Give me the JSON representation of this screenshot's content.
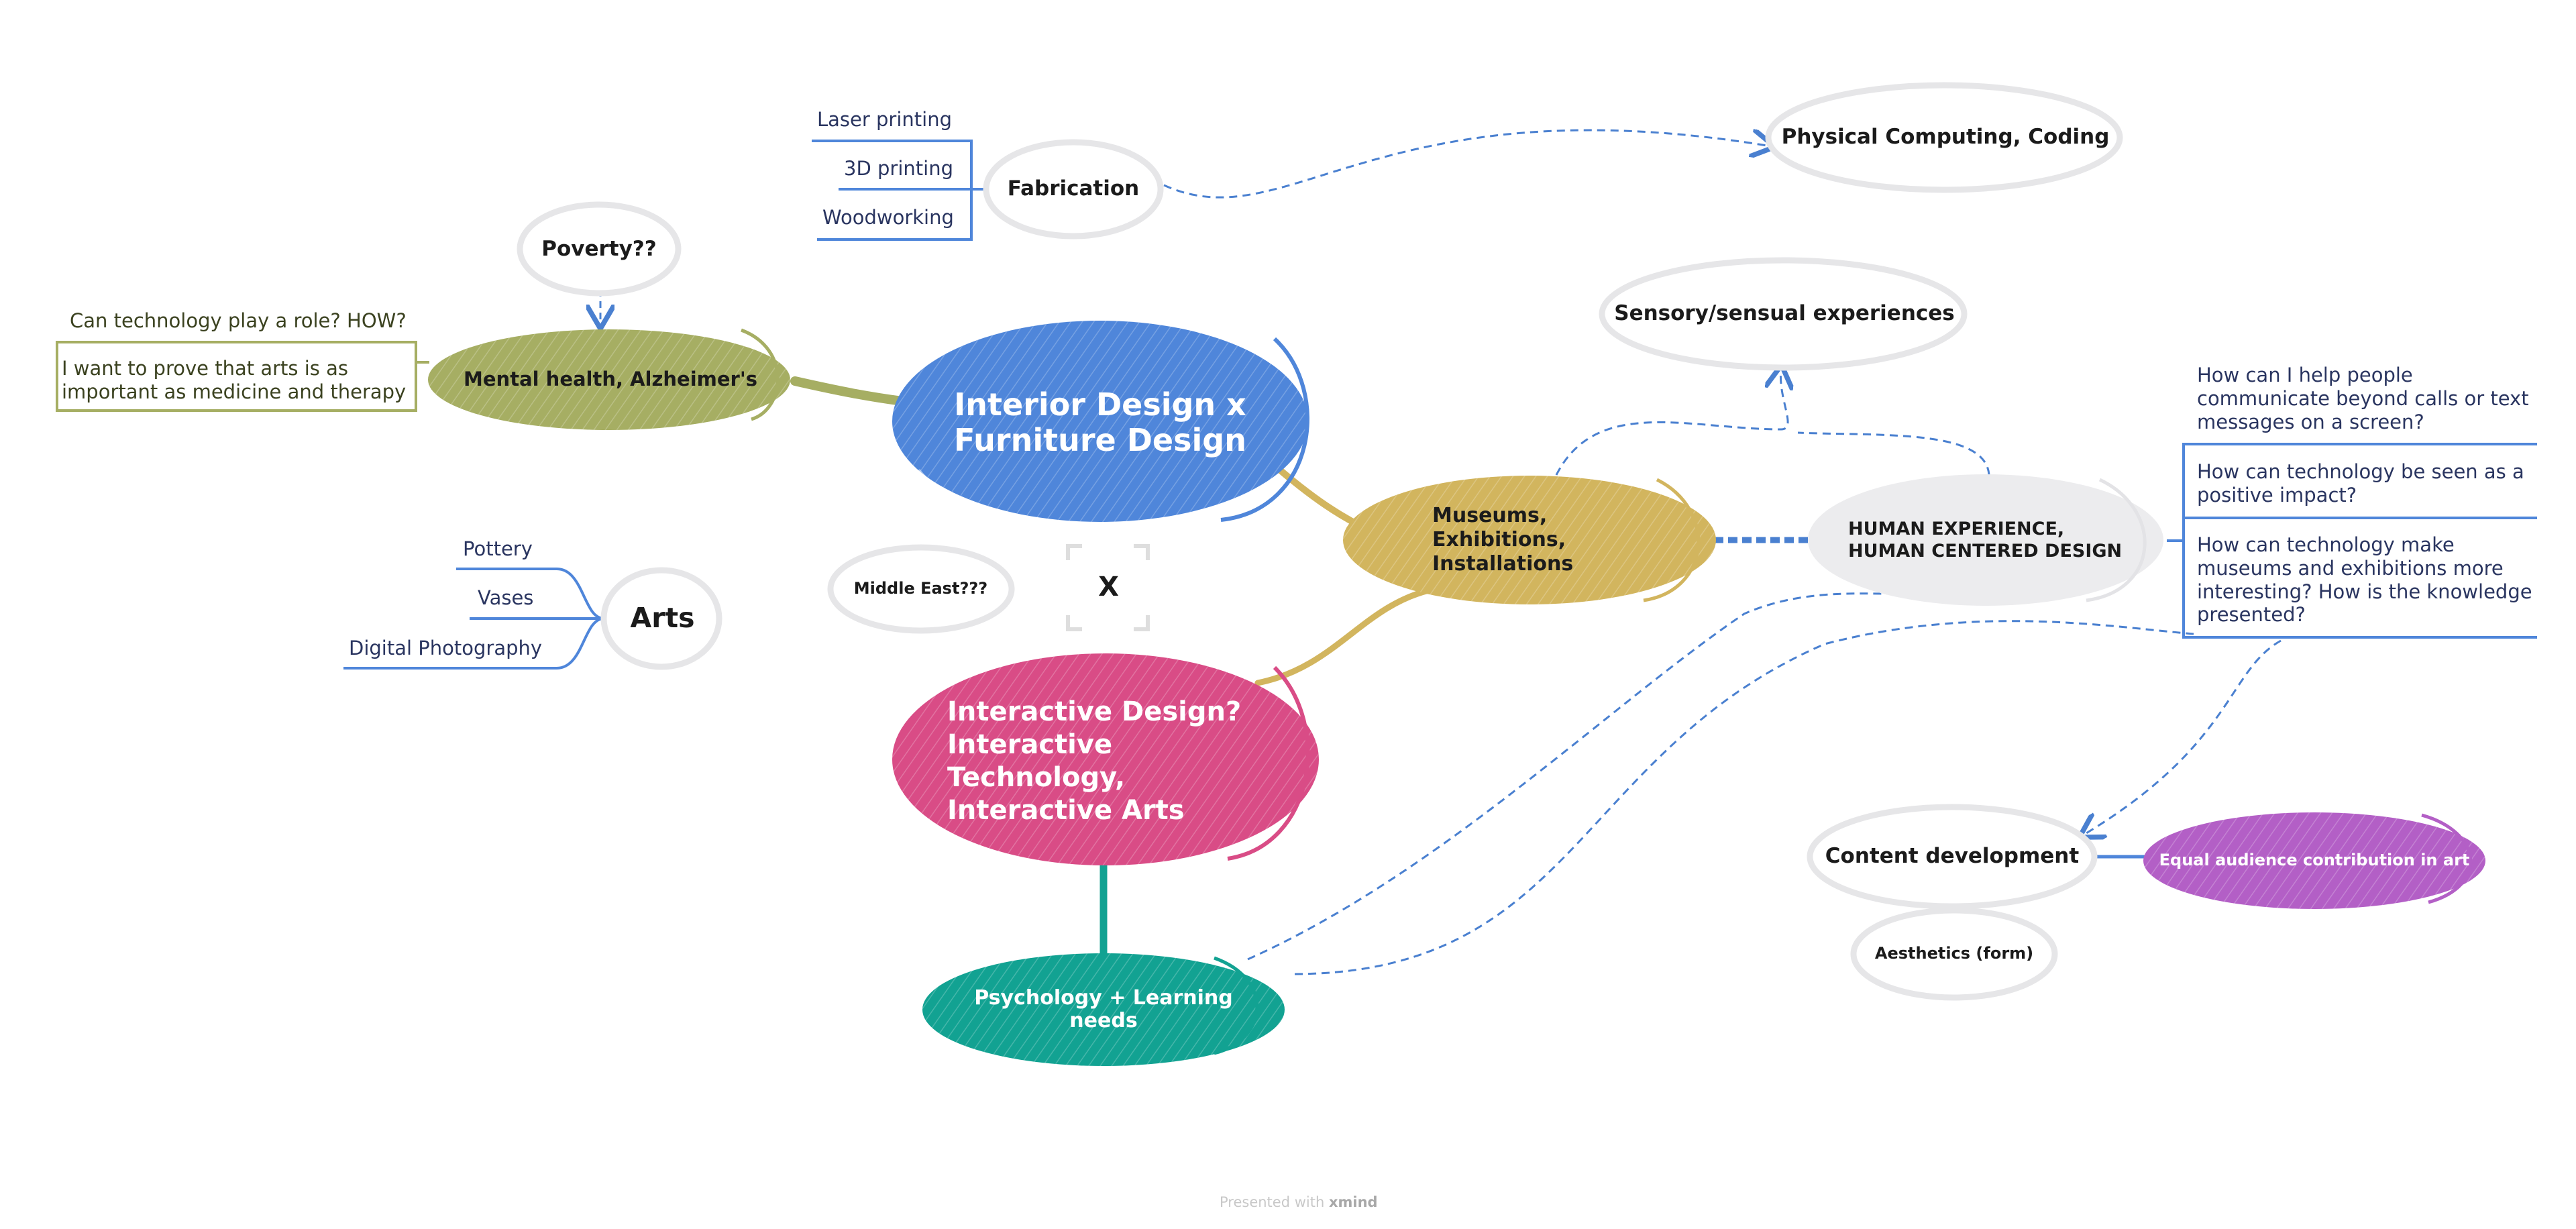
{
  "central": {
    "interior": "Interior Design x Furniture Design",
    "interactive": "Interactive Design? Interactive Technology, Interactive Arts"
  },
  "topics": {
    "fabrication": "Fabrication",
    "fabrication_items": [
      "Laser printing",
      "3D printing",
      "Woodworking"
    ],
    "physical_computing": "Physical Computing, Coding",
    "poverty": "Poverty??",
    "mental_health": "Mental health, Alzheimer's",
    "mental_health_items": [
      "Can technology play a role? HOW?",
      "I want to prove that arts is as important as medicine and therapy"
    ],
    "arts": "Arts",
    "arts_items": [
      "Pottery",
      "Vases",
      "Digital Photography"
    ],
    "middle_east": "Middle East???",
    "floating_marker": "X",
    "sensory": "Sensory/sensual experiences",
    "museums": "Museums, Exhibitions, Installations",
    "human_experience": "HUMAN EXPERIENCE, HUMAN CENTERED DESIGN",
    "questions": [
      "How can I help people communicate beyond calls or text messages on a screen?",
      "How can technology be seen as a positive impact?",
      "How can technology make museums and exhibitions more interesting? How is the knowledge presented?"
    ],
    "content_development": "Content development",
    "equal_audience": "Equal audience contribution in art",
    "aesthetics": "Aesthetics (form)",
    "psychology": "Psychology + Learning needs"
  },
  "footer": {
    "prefix": "Presented with",
    "brand": "xmind"
  },
  "colors": {
    "blue": "#4f86da",
    "pink": "#d94c86",
    "olive": "#a6ae63",
    "gold": "#d2b55e",
    "teal": "#12a292",
    "purple": "#b35fc6",
    "light_gray": "#ececee",
    "dashed": "#4a80d0"
  }
}
